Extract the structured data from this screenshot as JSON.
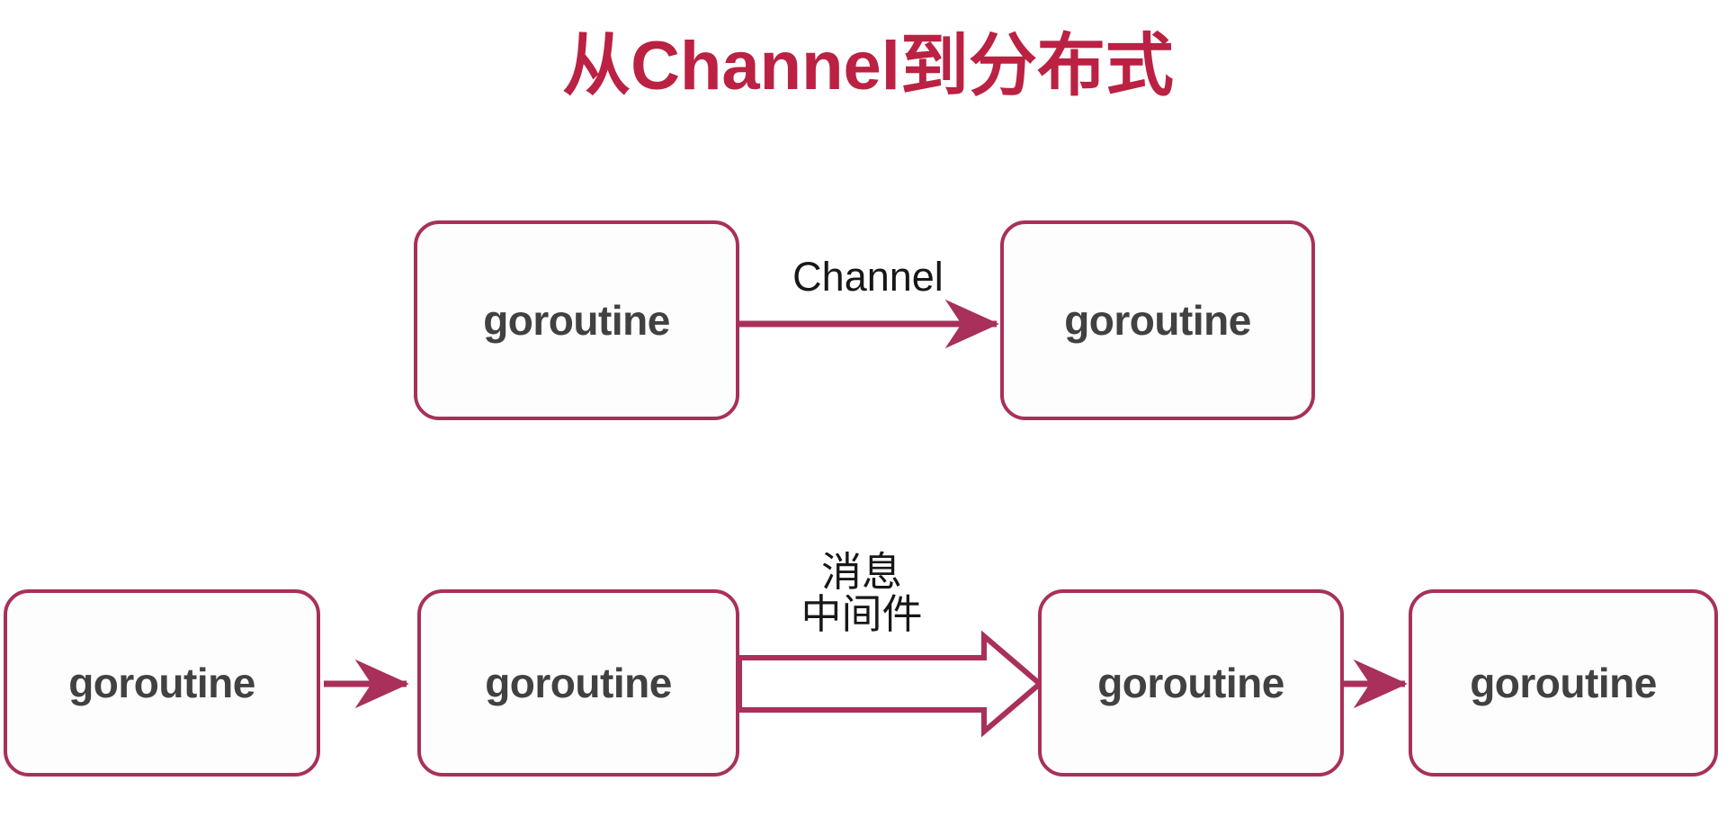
{
  "slide": {
    "title": "从Channel到分布式",
    "title_color": "#bb2142",
    "background_color": "#ffffff",
    "accent_color": "#a8305a",
    "node_text_color": "#414141",
    "label_text_color": "#171717"
  },
  "rows": [
    {
      "id": "row-channel",
      "nodes": [
        {
          "label": "goroutine"
        },
        {
          "label": "goroutine"
        }
      ],
      "connector": {
        "kind": "thin-arrow",
        "label": "Channel"
      }
    },
    {
      "id": "row-distributed",
      "nodes": [
        {
          "label": "goroutine"
        },
        {
          "label": "goroutine"
        },
        {
          "label": "goroutine"
        },
        {
          "label": "goroutine"
        }
      ],
      "connectors": [
        {
          "kind": "thin-arrow",
          "label": ""
        },
        {
          "kind": "block-arrow",
          "label_line1": "消息",
          "label_line2": "中间件"
        },
        {
          "kind": "thin-arrow",
          "label": ""
        }
      ]
    }
  ],
  "icons": {
    "arrowhead": "arrowhead-icon",
    "block_arrow": "block-arrow-icon"
  }
}
